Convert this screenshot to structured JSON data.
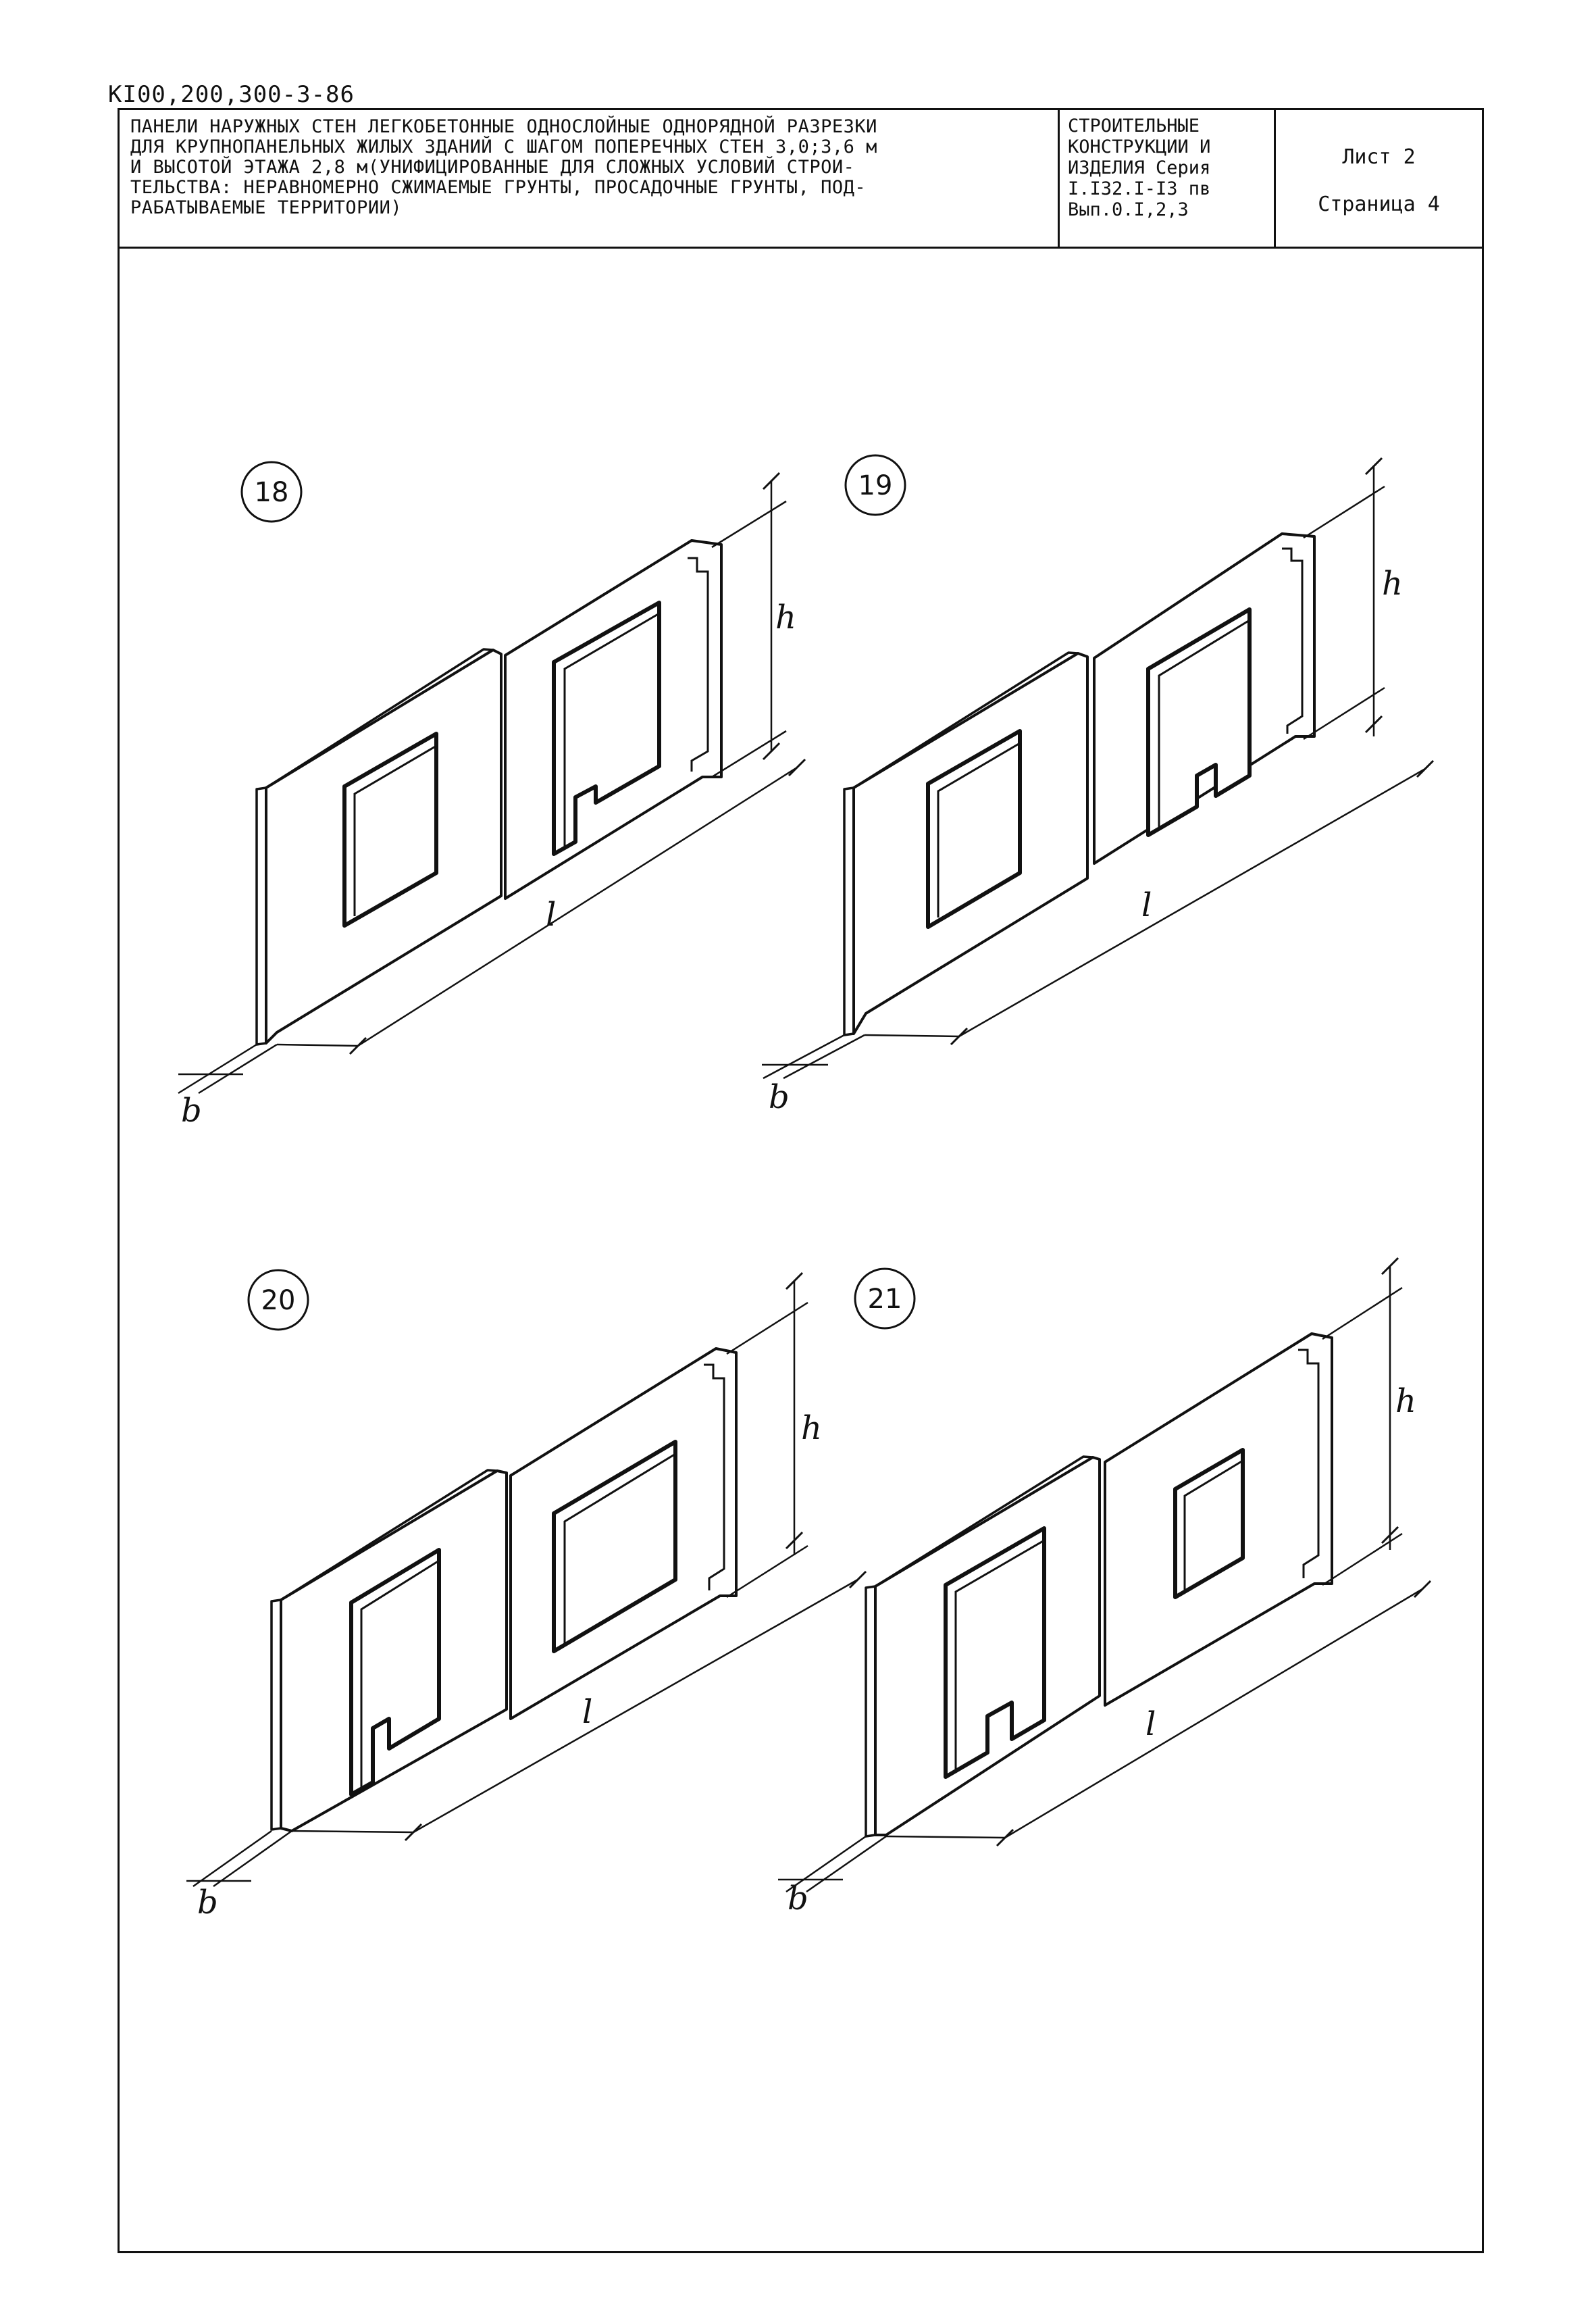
{
  "doc_code": "КI00,200,300-3-86",
  "header": {
    "title_lines": [
      "ПАНЕЛИ НАРУЖНЫХ СТЕН ЛЕГКОБЕТОННЫЕ ОДНОСЛОЙНЫЕ ОДНОРЯДНОЙ РАЗРЕЗКИ",
      "ДЛЯ КРУПНОПАНЕЛЬНЫХ ЖИЛЫХ ЗДАНИЙ С ШАГОМ ПОПЕРЕЧНЫХ СТЕН 3,0;3,6 м",
      "И ВЫСОТОЙ ЭТАЖА 2,8 м(УНИФИЦИРОВАННЫЕ ДЛЯ СЛОЖНЫХ УСЛОВИЙ СТРОИ-",
      "ТЕЛЬСТВА: НЕРАВНОМЕРНО СЖИМАЕМЫЕ ГРУНТЫ, ПРОСАДОЧНЫЕ ГРУНТЫ, ПОД-",
      "РАБАТЫВАЕМЫЕ ТЕРРИТОРИИ)"
    ],
    "series_lines": [
      "СТРОИТЕЛЬНЫЕ",
      "КОНСТРУКЦИИ И",
      "ИЗДЕЛИЯ Серия",
      "I.I32.I-I3 пв",
      "Вып.0.I,2,3"
    ],
    "sheet": "Лист 2",
    "page": "Страница 4"
  },
  "figures": [
    {
      "number": "18",
      "dims": {
        "h": "h",
        "l": "l",
        "b": "b"
      }
    },
    {
      "number": "19",
      "dims": {
        "h": "h",
        "l": "l",
        "b": "b"
      }
    },
    {
      "number": "20",
      "dims": {
        "h": "h",
        "l": "l",
        "b": "b"
      }
    },
    {
      "number": "21",
      "dims": {
        "h": "h",
        "l": "l",
        "b": "b"
      }
    }
  ]
}
